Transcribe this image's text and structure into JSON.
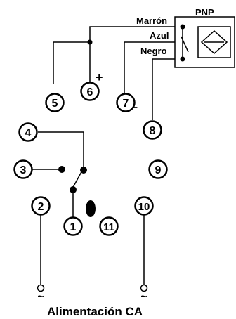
{
  "sensor": {
    "type_label": "PNP",
    "wires": {
      "brown": "Marrón",
      "blue": "Azul",
      "black": "Negro"
    }
  },
  "terminals": [
    {
      "id": "t1",
      "label": "1"
    },
    {
      "id": "t2",
      "label": "2"
    },
    {
      "id": "t3",
      "label": "3"
    },
    {
      "id": "t4",
      "label": "4"
    },
    {
      "id": "t5",
      "label": "5"
    },
    {
      "id": "t6",
      "label": "6"
    },
    {
      "id": "t7",
      "label": "7"
    },
    {
      "id": "t8",
      "label": "8"
    },
    {
      "id": "t9",
      "label": "9"
    },
    {
      "id": "t10",
      "label": "10"
    },
    {
      "id": "t11",
      "label": "11"
    }
  ],
  "polarity": {
    "plus": "+",
    "minus": "–"
  },
  "ac": {
    "tilde": "~",
    "label": "Alimentación CA"
  }
}
